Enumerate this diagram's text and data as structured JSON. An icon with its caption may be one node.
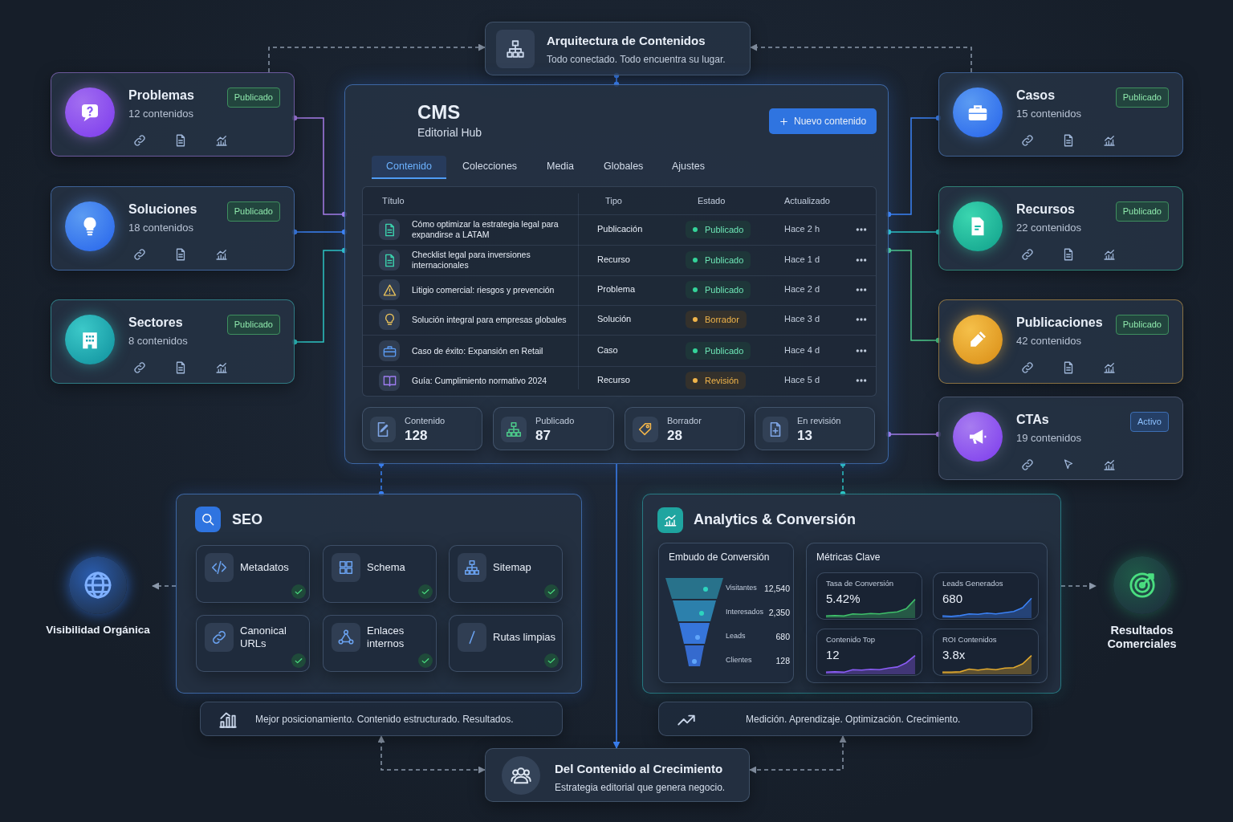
{
  "diagram": {
    "nodes": [
      {
        "text": [
          "Arquitectura de Contenidos",
          "Todo conectado. Todo encuentra su lugar."
        ]
      },
      {
        "text": [
          "Problemas",
          "12 contenidos",
          "Publicado"
        ]
      },
      {
        "text": [
          "Soluciones",
          "18 contenidos",
          "Publicado"
        ]
      },
      {
        "text": [
          "Sectores",
          "8 contenidos",
          "Publicado"
        ]
      },
      {
        "text": [
          "Casos",
          "15 contenidos",
          "Publicado"
        ]
      },
      {
        "text": [
          "Recursos",
          "22 contenidos",
          "Publicado"
        ]
      },
      {
        "text": [
          "Publicaciones",
          "42 contenidos",
          "Publicado"
        ]
      },
      {
        "text": [
          "CTAs",
          "19 contenidos",
          "Activo"
        ]
      },
      {
        "text": [
          "CMS",
          "Editorial Hub"
        ]
      },
      {
        "text": [
          "Contenido",
          "128"
        ],
        "in": 8
      },
      {
        "text": [
          "Publicado",
          "87"
        ],
        "in": 8
      },
      {
        "text": [
          "Borrador",
          "28"
        ],
        "in": 8
      },
      {
        "text": [
          "En revisión",
          "13"
        ],
        "in": 8
      },
      {
        "text": [
          "SEO"
        ]
      },
      {
        "text": [
          "Metadatos"
        ],
        "in": 13
      },
      {
        "text": [
          "Schema"
        ],
        "in": 13
      },
      {
        "text": [
          "Sitemap"
        ],
        "in": 13
      },
      {
        "text": [
          "Canonical URLs"
        ],
        "in": 13
      },
      {
        "text": [
          "Enlaces internos"
        ],
        "in": 13
      },
      {
        "text": [
          "Rutas limpias"
        ],
        "in": 13
      },
      {
        "text": [
          "Mejor posicionamiento. Contenido estructurado. Resultados."
        ]
      },
      {
        "text": [
          "Analytics & Conversión"
        ]
      },
      {
        "text": [
          "Embudo de Conversión"
        ],
        "in": 21
      },
      {
        "text": [
          "Métricas Clave"
        ],
        "in": 21
      },
      {
        "text": [
          "Tasa de Conversión",
          "5.42%"
        ],
        "in": 23
      },
      {
        "text": [
          "Leads Generados",
          "680"
        ],
        "in": 23
      },
      {
        "text": [
          "Contenido Top",
          "12"
        ],
        "in": 23
      },
      {
        "text": [
          "ROI Contenidos",
          "3.8x"
        ],
        "in": 23
      },
      {
        "text": [
          "Medición. Aprendizaje. Optimización. Crecimiento."
        ]
      },
      {
        "text": [
          "Del Contenido al Crecimiento",
          "Estrategia editorial que genera negocio."
        ]
      },
      {
        "text": [
          "Visibilidad Orgánica"
        ]
      },
      {
        "text": [
          "Resultados Comerciales"
        ]
      }
    ],
    "edges": [
      {
        "from": 1,
        "to": 0,
        "arrow": "to",
        "style": "dashed"
      },
      {
        "from": 4,
        "to": 0,
        "arrow": "to",
        "style": "dashed"
      },
      {
        "from": 0,
        "to": 8,
        "arrow": "other",
        "color": "#3b82f6"
      },
      {
        "from": 1,
        "to": 8,
        "arrow": "other",
        "color": "#a77ce8"
      },
      {
        "from": 2,
        "to": 8,
        "arrow": "other",
        "color": "#3b82f6"
      },
      {
        "from": 3,
        "to": 8,
        "arrow": "other",
        "color": "#2cc4c4"
      },
      {
        "from": 8,
        "to": 4,
        "arrow": "other",
        "color": "#3b82f6"
      },
      {
        "from": 8,
        "to": 5,
        "arrow": "other",
        "color": "#2cc4c4"
      },
      {
        "from": 8,
        "to": 6,
        "arrow": "other",
        "color": "#4cc98a"
      },
      {
        "from": 8,
        "to": 7,
        "arrow": "other",
        "color": "#a77ce8"
      },
      {
        "from": 8,
        "to": 13,
        "arrow": "other",
        "style": "dashed",
        "color": "#3b82f6"
      },
      {
        "from": 8,
        "to": 21,
        "arrow": "other",
        "style": "dashed",
        "color": "#2cc4c4"
      },
      {
        "from": 8,
        "to": 29,
        "arrow": "to",
        "color": "#3b82f6"
      },
      {
        "from": 13,
        "to": 30,
        "arrow": "to",
        "style": "dashed"
      },
      {
        "from": 21,
        "to": 31,
        "arrow": "to",
        "style": "dashed"
      },
      {
        "from": 29,
        "to": 20,
        "arrow": "both",
        "style": "dashed"
      },
      {
        "from": 29,
        "to": 28,
        "arrow": "both",
        "style": "dashed"
      }
    ],
    "labels": [
      "Nuevo contenido",
      "Contenido",
      "Colecciones",
      "Media",
      "Globales",
      "Ajustes",
      "Título",
      "Tipo",
      "Estado",
      "Actualizado",
      "Cómo optimizar la estrategia legal para expandirse a LATAM",
      "Publicación",
      "Publicado",
      "Hace 2 h",
      "Checklist legal para inversiones internacionales",
      "Recurso",
      "Publicado",
      "Hace 1 d",
      "Litigio comercial: riesgos y prevención",
      "Problema",
      "Publicado",
      "Hace 2 d",
      "Solución integral para empresas globales",
      "Solución",
      "Borrador",
      "Hace 3 d",
      "Caso de éxito: Expansión en Retail",
      "Caso",
      "Publicado",
      "Hace 4 d",
      "Guía: Cumplimiento normativo 2024",
      "Recurso",
      "Revisión",
      "Hace 5 d",
      "Visitantes",
      "12,540",
      "Interesados",
      "2,350",
      "Leads",
      "680",
      "Clientes",
      "128"
    ]
  }
}
